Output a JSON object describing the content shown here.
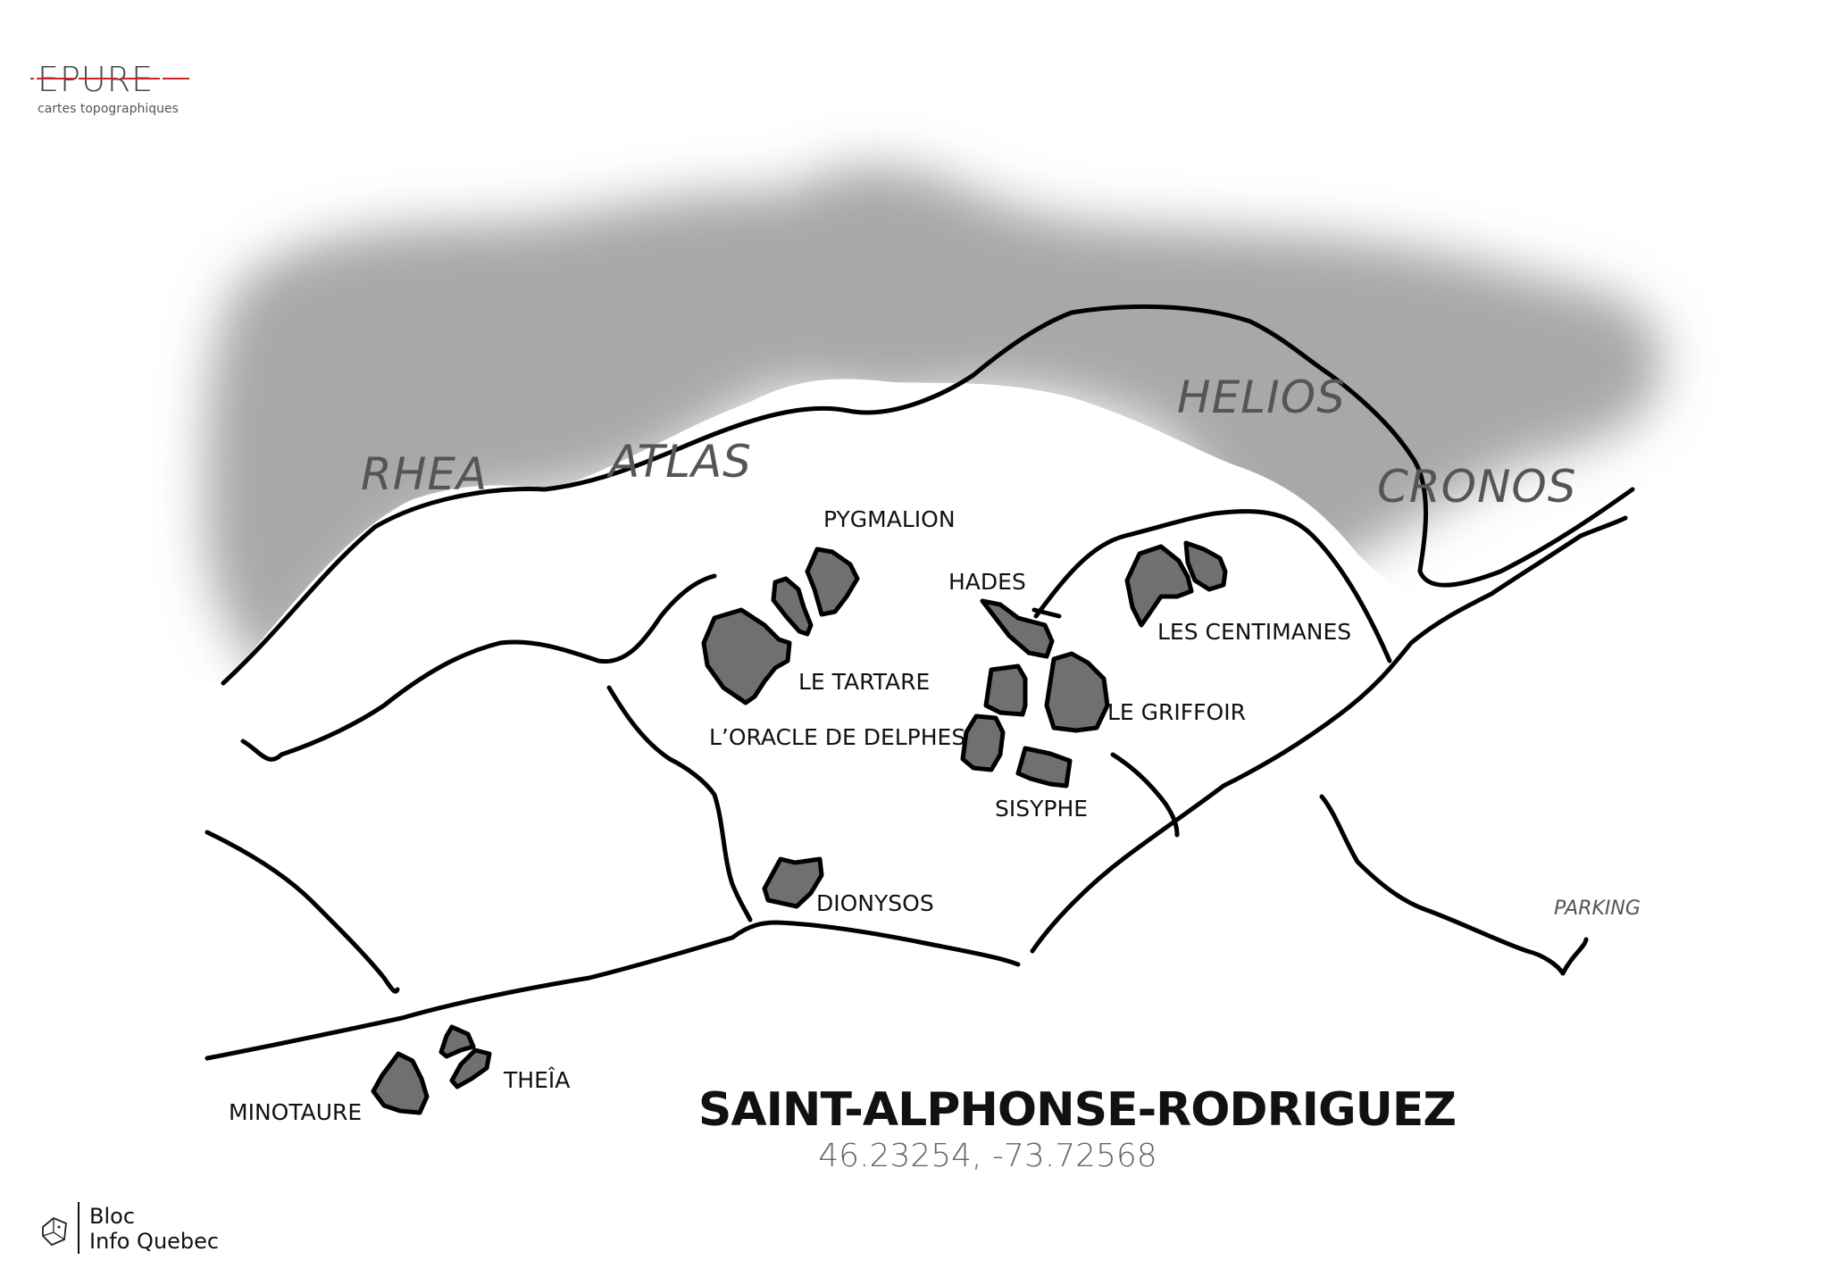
{
  "brand": {
    "name": "EPURE",
    "subtitle": "cartes topographiques"
  },
  "areas": {
    "rhea": "RHEA",
    "atlas": "ATLAS",
    "helios": "HELIOS",
    "cronos": "CRONOS"
  },
  "blocks": {
    "pygmalion": "PYGMALION",
    "hades": "HADES",
    "les_centimanes": "LES CENTIMANES",
    "le_tartare": "LE TARTARE",
    "oracle": "L’ORACLE DE DELPHES",
    "le_griffoir": "LE GRIFFOIR",
    "sisyphe": "SISYPHE",
    "dionysos": "DIONYSOS",
    "theia": "THEÎA",
    "minotaure": "MINOTAURE"
  },
  "parking": "PARKING",
  "location": {
    "name": "SAINT-ALPHONSE-RODRIGUEZ",
    "coordinates": "46.23254, -73.72568"
  },
  "footer": {
    "line1": "Bloc",
    "line2": "Info Quebec"
  },
  "colors": {
    "forest": "#a8a8a8",
    "boulder": "#707070",
    "road": "#000000",
    "brand_strike": "#cc2222"
  }
}
